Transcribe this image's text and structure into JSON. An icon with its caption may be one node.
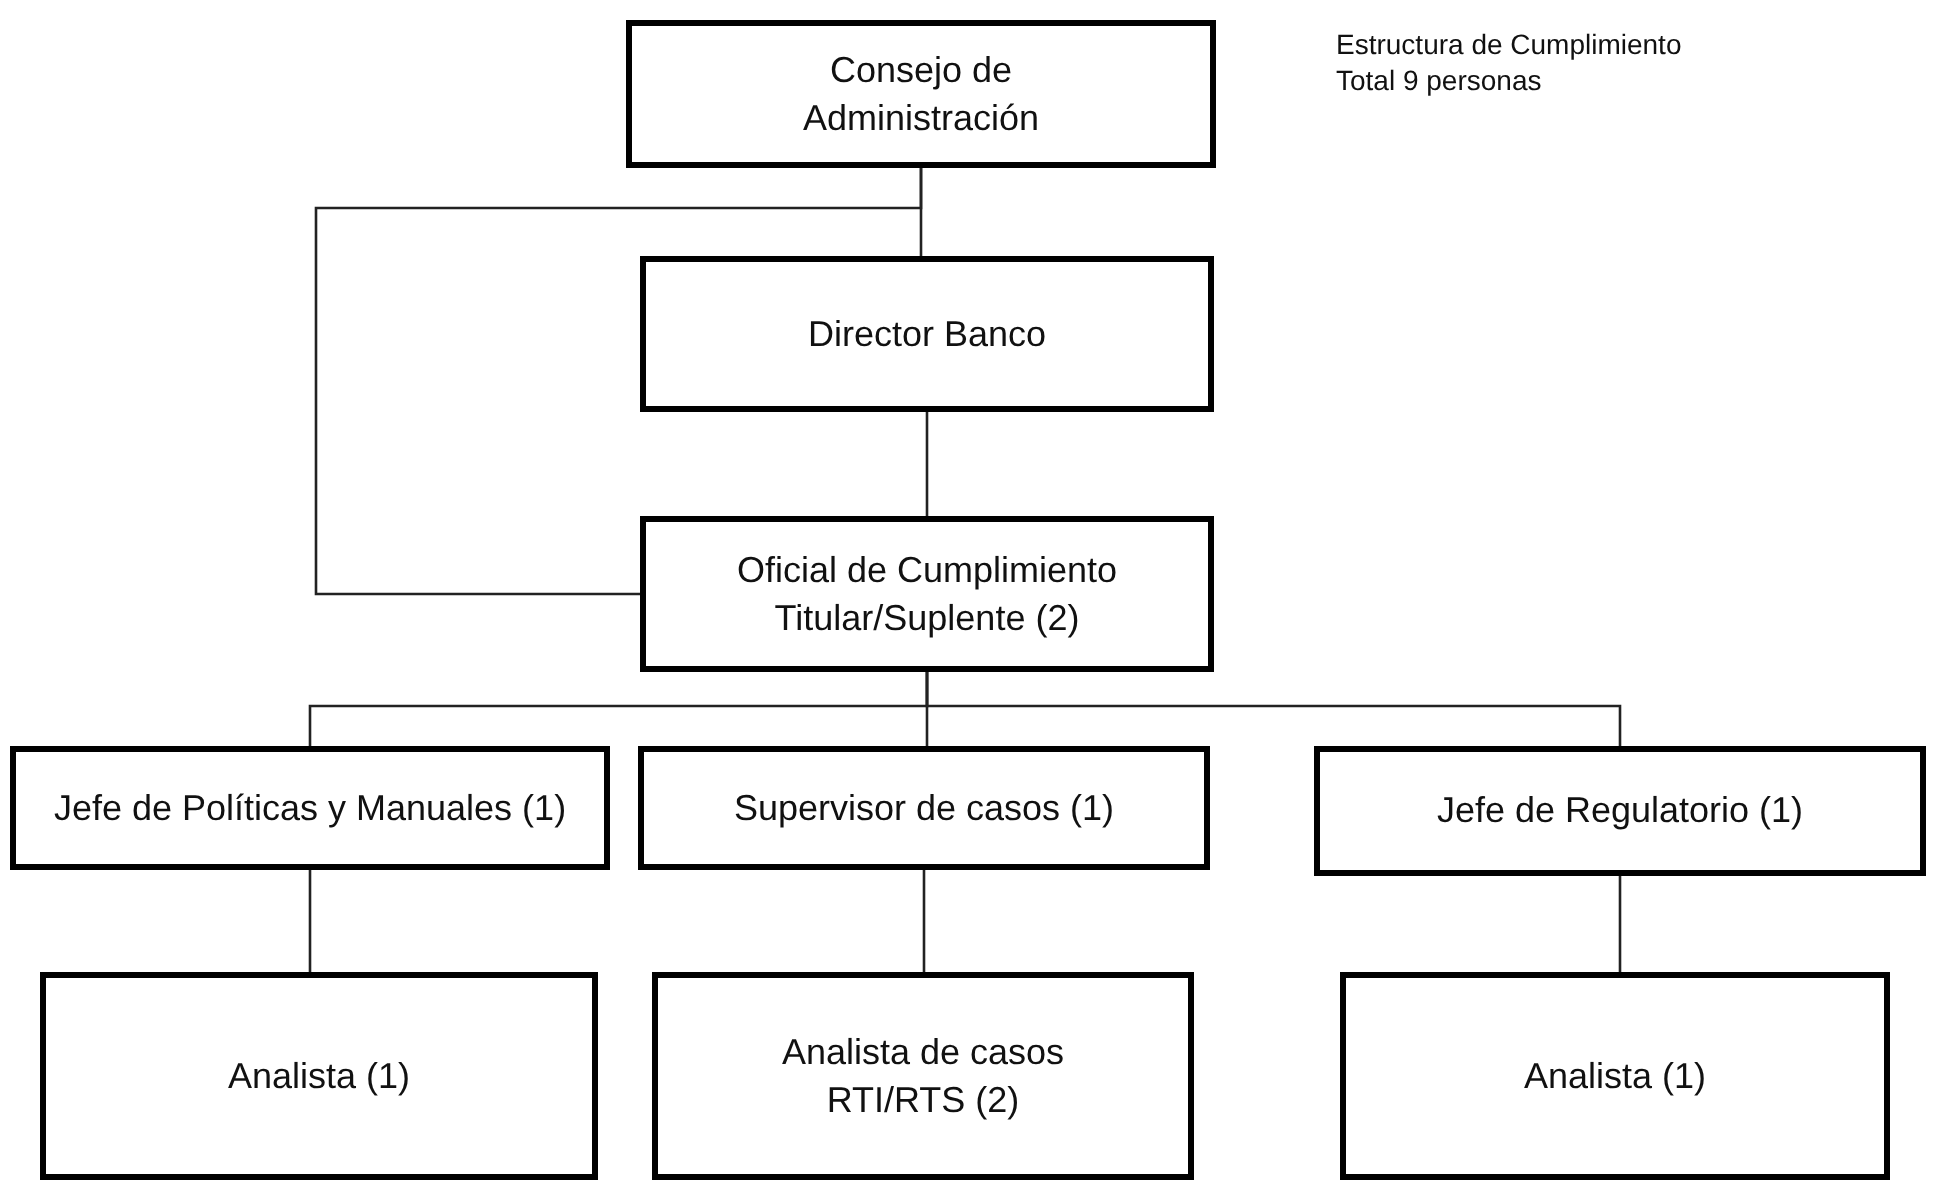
{
  "diagram": {
    "nodes": [
      {
        "text": [
          "Consejo de Administración"
        ]
      },
      {
        "text": [
          "Director Banco"
        ]
      },
      {
        "text": [
          "Oficial de Cumplimiento Titular/Suplente (2)"
        ]
      },
      {
        "text": [
          "Jefe de Políticas y Manuales (1)"
        ]
      },
      {
        "text": [
          "Supervisor de casos (1)"
        ]
      },
      {
        "text": [
          "Jefe de Regulatorio (1)"
        ]
      },
      {
        "text": [
          "Analista (1)"
        ]
      },
      {
        "text": [
          "Analista de casos RTI/RTS (2)"
        ]
      },
      {
        "text": [
          "Analista (1)"
        ]
      }
    ],
    "edges": [
      {
        "from": 0,
        "to": 1,
        "arrow": "none"
      },
      {
        "from": 0,
        "to": 2,
        "arrow": "none"
      },
      {
        "from": 1,
        "to": 2,
        "arrow": "none"
      },
      {
        "from": 2,
        "to": 3,
        "arrow": "none"
      },
      {
        "from": 2,
        "to": 4,
        "arrow": "none"
      },
      {
        "from": 2,
        "to": 5,
        "arrow": "none"
      },
      {
        "from": 3,
        "to": 6,
        "arrow": "none"
      },
      {
        "from": 4,
        "to": 7,
        "arrow": "none"
      },
      {
        "from": 5,
        "to": 8,
        "arrow": "none"
      }
    ],
    "labels": [
      "Estructura de Cumplimiento",
      "Total 9 personas"
    ]
  }
}
